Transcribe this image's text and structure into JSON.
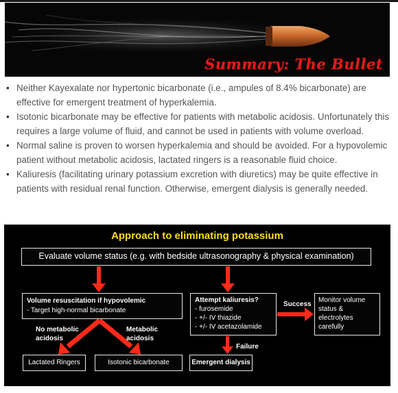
{
  "banner": {
    "title": "Summary: The Bullet",
    "colors": {
      "title": "#e21b1b",
      "bullet_copper": "#c96a2b",
      "background": "#060606"
    }
  },
  "bullets": [
    "Neither Kayexalate nor hypertonic bicarbonate (i.e., ampules of 8.4% bicarbonate) are effective for emergent treatment of hyperkalemia.",
    "Isotonic bicarbonate may be effective for patients with metabolic acidosis.  Unfortunately this requires a large volume of fluid, and cannot be used in patients with volume overload.",
    "Normal saline is proven to worsen hyperkalemia and should be avoided.  For a hypovolemic patient without metabolic acidosis, lactated ringers is a reasonable fluid choice.",
    "Kaliuresis (facilitating urinary potassium excretion with diuretics) may be quite effective in patients with residual renal function.  Otherwise, emergent dialysis is generally needed."
  ],
  "flowchart": {
    "title": "Approach to eliminating potassium",
    "evaluate": "Evaluate volume status (e.g. with bedside ultrasonography & physical examination)",
    "volume_title": "Volume resuscitation if hypovolemic",
    "volume_sub": "- Target high-normal bicarbonate",
    "kaliuresis_title": "Attempt kaliuresis?",
    "kaliuresis_items": [
      "-  furosemide",
      "-  +/- IV thiazide",
      "-  +/- IV acetazolamide"
    ],
    "success_label": "Success",
    "monitor": [
      "Monitor volume",
      "status &",
      "electrolytes",
      "carefully"
    ],
    "no_acidosis": [
      "No metabolic",
      "acidosis"
    ],
    "acidosis": [
      "Metabolic",
      "acidosis"
    ],
    "failure_label": "Failure",
    "lactated": "Lactated Ringers",
    "isotonic": "Isotonic bicarbonate",
    "dialysis": "Emergent dialysis",
    "colors": {
      "title": "#ffdd1c",
      "arrow": "#ff2a1a",
      "box_border": "#e8e8e8"
    }
  }
}
